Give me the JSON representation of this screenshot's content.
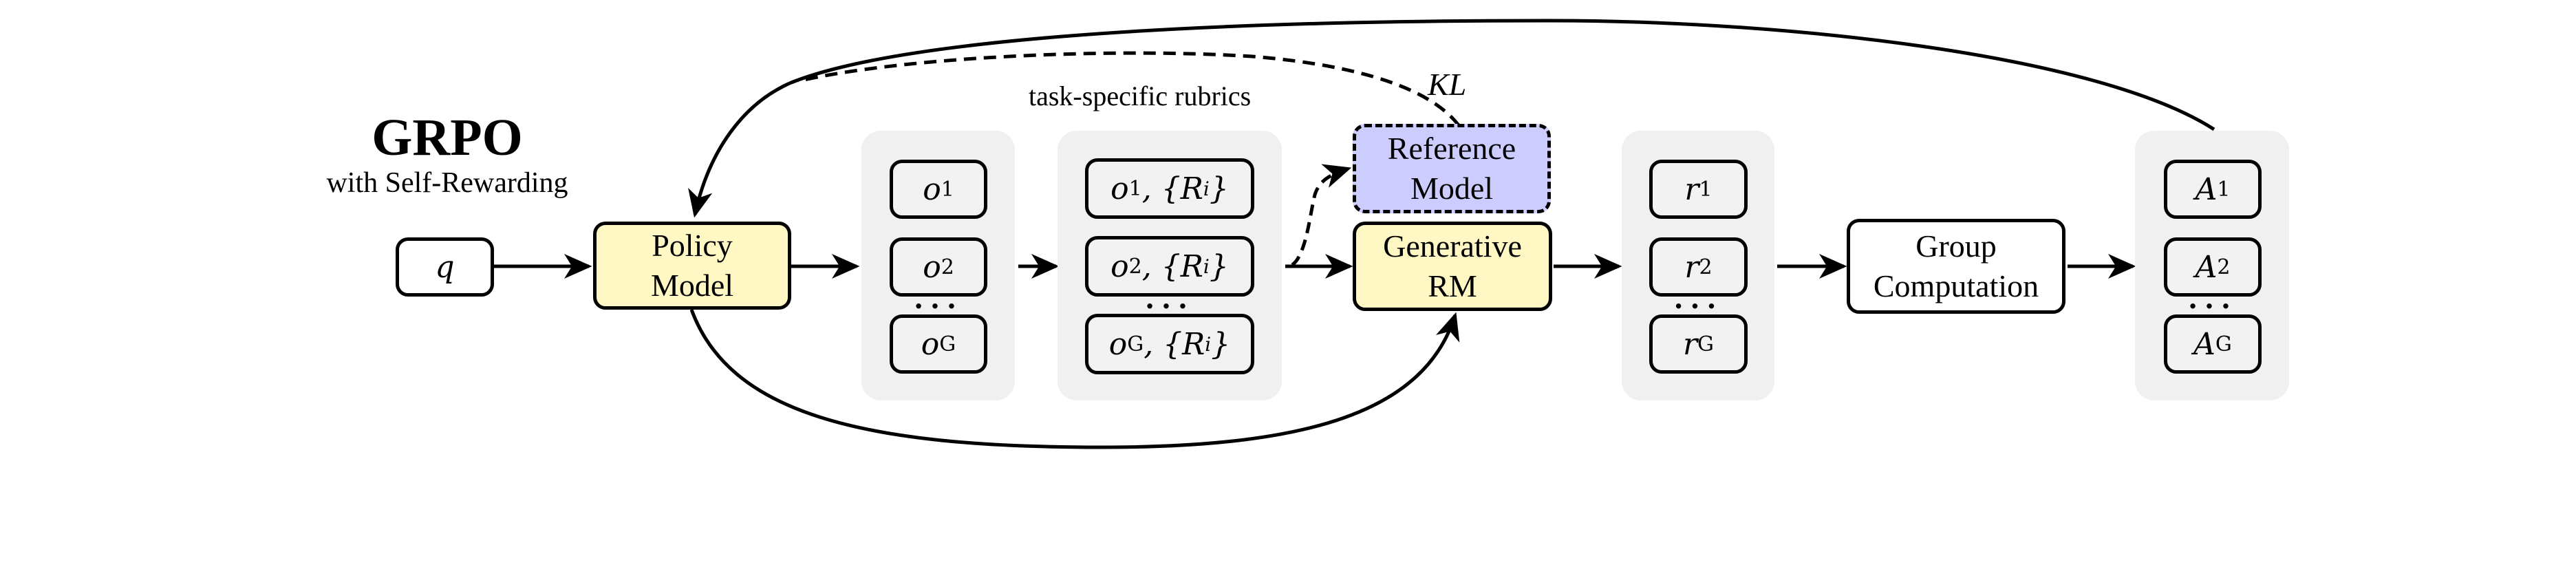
{
  "title": "GRPO",
  "subtitle": "with Self-Rewarding",
  "annotations": {
    "rubrics_label": "task-specific rubrics",
    "kl_label": "KL"
  },
  "nodes": {
    "query": {
      "symbol": "q"
    },
    "policy_model": {
      "line1": "Policy",
      "line2": "Model",
      "color": "#fff8c4"
    },
    "reference_model": {
      "line1": "Reference",
      "line2": "Model",
      "color": "#ccccff"
    },
    "generative_rm": {
      "line1": "Generative",
      "line2": "RM",
      "color": "#fff8c4"
    },
    "group_computation": {
      "line1": "Group",
      "line2": "Computation"
    }
  },
  "groups": {
    "outputs": {
      "items": [
        {
          "base": "o",
          "sub": "1"
        },
        {
          "base": "o",
          "sub": "2"
        },
        {
          "base": "o",
          "sub": "G"
        }
      ],
      "ellipsis": "···"
    },
    "outputs_with_rubrics": {
      "items": [
        {
          "base": "o",
          "sub": "1",
          "suffix": ", {R",
          "sup": "i",
          "close": "}"
        },
        {
          "base": "o",
          "sub": "2",
          "suffix": ", {R",
          "sup": "i",
          "close": "}"
        },
        {
          "base": "o",
          "sub": "G",
          "suffix": ", {R",
          "sup": "i",
          "close": "}"
        }
      ],
      "ellipsis": "···"
    },
    "rewards": {
      "items": [
        {
          "base": "r",
          "sub": "1"
        },
        {
          "base": "r",
          "sub": "2"
        },
        {
          "base": "r",
          "sub": "G"
        }
      ],
      "ellipsis": "···"
    },
    "advantages": {
      "items": [
        {
          "base": "A",
          "sub": "1"
        },
        {
          "base": "A",
          "sub": "2"
        },
        {
          "base": "A",
          "sub": "G"
        }
      ],
      "ellipsis": "···"
    }
  },
  "colors": {
    "panel_bg": "#f0f0f0",
    "yellow": "#fff8c4",
    "blue": "#ccccff",
    "stroke": "#000000"
  }
}
